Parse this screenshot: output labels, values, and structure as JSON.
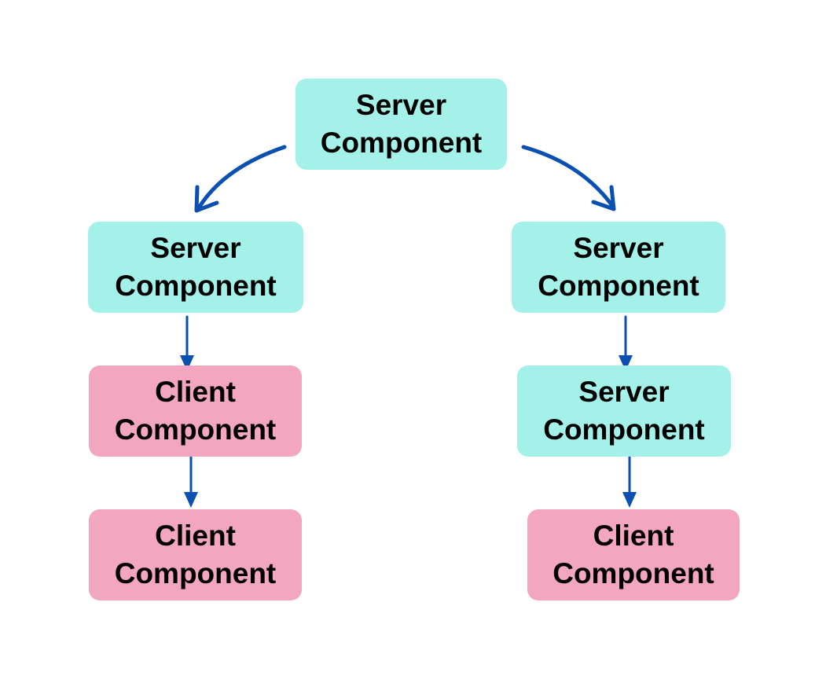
{
  "colors": {
    "server_fill": "#a3f1e8",
    "client_fill": "#f2a6bf",
    "arrow": "#0a4fb2",
    "text": "#000000",
    "background": "#ffffff"
  },
  "nodes": {
    "top": {
      "type": "Server",
      "label": "Server\nComponent"
    },
    "left_1": {
      "type": "Server",
      "label": "Server\nComponent"
    },
    "right_1": {
      "type": "Server",
      "label": "Server\nComponent"
    },
    "left_2": {
      "type": "Client",
      "label": "Client\nComponent"
    },
    "right_2": {
      "type": "Server",
      "label": "Server\nComponent"
    },
    "left_3": {
      "type": "Client",
      "label": "Client\nComponent"
    },
    "right_3": {
      "type": "Client",
      "label": "Client\nComponent"
    }
  },
  "edges": [
    {
      "from": "top",
      "to": "left_1"
    },
    {
      "from": "top",
      "to": "right_1"
    },
    {
      "from": "left_1",
      "to": "left_2"
    },
    {
      "from": "left_2",
      "to": "left_3"
    },
    {
      "from": "right_1",
      "to": "right_2"
    },
    {
      "from": "right_2",
      "to": "right_3"
    }
  ]
}
